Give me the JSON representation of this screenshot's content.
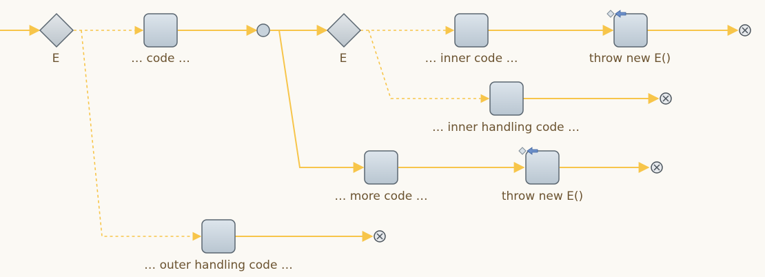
{
  "diagram": {
    "colors": {
      "background": "#fbf9f4",
      "flow": "#f7c54a",
      "node_fill": "#c8d3dc",
      "node_stroke": "#5a6670",
      "label": "#6b5330",
      "throw_icon": "#6b8fc9"
    },
    "labels": {
      "gateway_outer": "E",
      "code": "… code …",
      "gateway_inner": "E",
      "inner_code": "… inner code …",
      "throw_inner": "throw new E()",
      "inner_handling": "… inner handling code …",
      "more_code": "… more code …",
      "throw_more": "throw new E()",
      "outer_handling": "… outer handling code …"
    },
    "icons": {
      "gateway": "diamond-gateway-icon",
      "task": "rounded-task-icon",
      "junction": "junction-circle-icon",
      "terminate": "terminate-end-icon",
      "throw": "throw-exception-icon"
    }
  }
}
